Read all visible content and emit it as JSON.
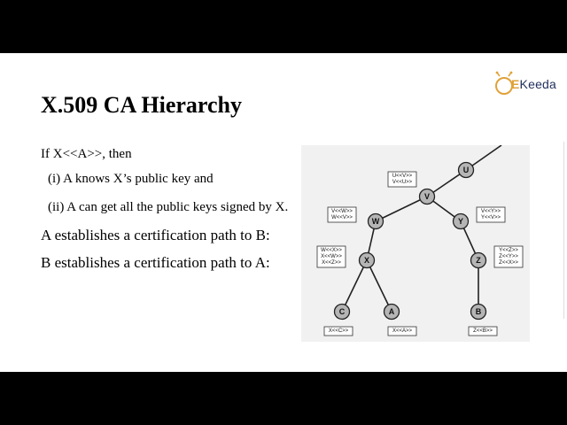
{
  "slide": {
    "title": "X.509 CA Hierarchy",
    "lines": [
      "If X<<A>>, then",
      "(i) A knows X’s public key and",
      "(ii) A can get all the public keys signed by X.",
      "A establishes a certification path to B:",
      "B establishes a certification path to A:"
    ]
  },
  "logo": {
    "first_letter": "E",
    "rest": "Keeda",
    "accent_color": "#e0a23a",
    "text_color": "#1f2e5c"
  },
  "diagram": {
    "nodes": [
      "U",
      "V",
      "W",
      "Y",
      "X",
      "Z",
      "C",
      "A",
      "B"
    ],
    "certificates": {
      "V": [
        "U<<V>>",
        "V<<U>>"
      ],
      "W": [
        "V<<W>>",
        "W<<V>>"
      ],
      "Y": [
        "V<<Y>>",
        "Y<<V>>"
      ],
      "X": [
        "W<<X>>",
        "X<<W>>",
        "X<<Z>>"
      ],
      "Z": [
        "Y<<Z>>",
        "Z<<Y>>",
        "Z<<X>>"
      ],
      "C": [
        "X<<C>>"
      ],
      "A": [
        "X<<A>>"
      ],
      "B": [
        "Z<<B>>"
      ]
    }
  }
}
